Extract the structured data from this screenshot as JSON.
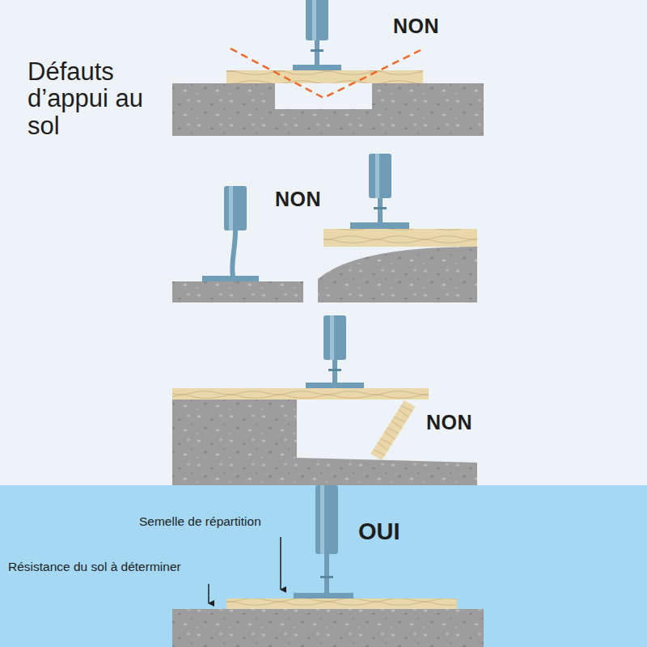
{
  "diagram": {
    "title": "Défauts d’appui au sol",
    "labels": [
      "NON",
      "NON",
      "NON",
      "OUI",
      "Semelle de répartition",
      "Résistance du sol à déterminer"
    ]
  }
}
